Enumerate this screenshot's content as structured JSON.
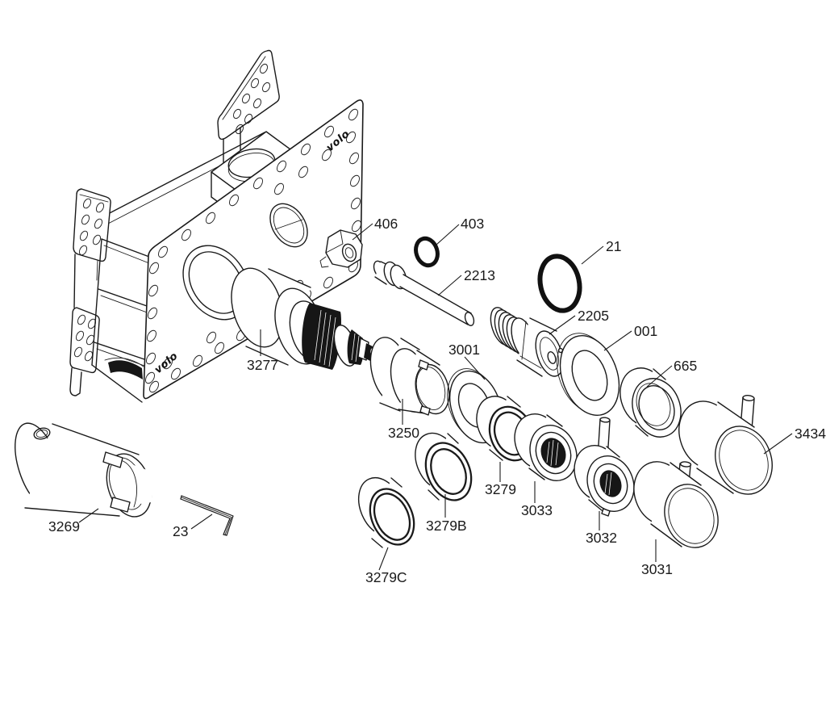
{
  "diagram": {
    "brand": "volo",
    "ink_color": "#1a1a1a",
    "paper_color": "#ffffff",
    "parts": [
      {
        "label": "406"
      },
      {
        "label": "403"
      },
      {
        "label": "2213"
      },
      {
        "label": "21"
      },
      {
        "label": "2205"
      },
      {
        "label": "001"
      },
      {
        "label": "665"
      },
      {
        "label": "3434"
      },
      {
        "label": "3277"
      },
      {
        "label": "3250"
      },
      {
        "label": "3001"
      },
      {
        "label": "3279"
      },
      {
        "label": "3033"
      },
      {
        "label": "3279B"
      },
      {
        "label": "3032"
      },
      {
        "label": "3031"
      },
      {
        "label": "3279C"
      },
      {
        "label": "3269"
      },
      {
        "label": "23"
      }
    ]
  }
}
